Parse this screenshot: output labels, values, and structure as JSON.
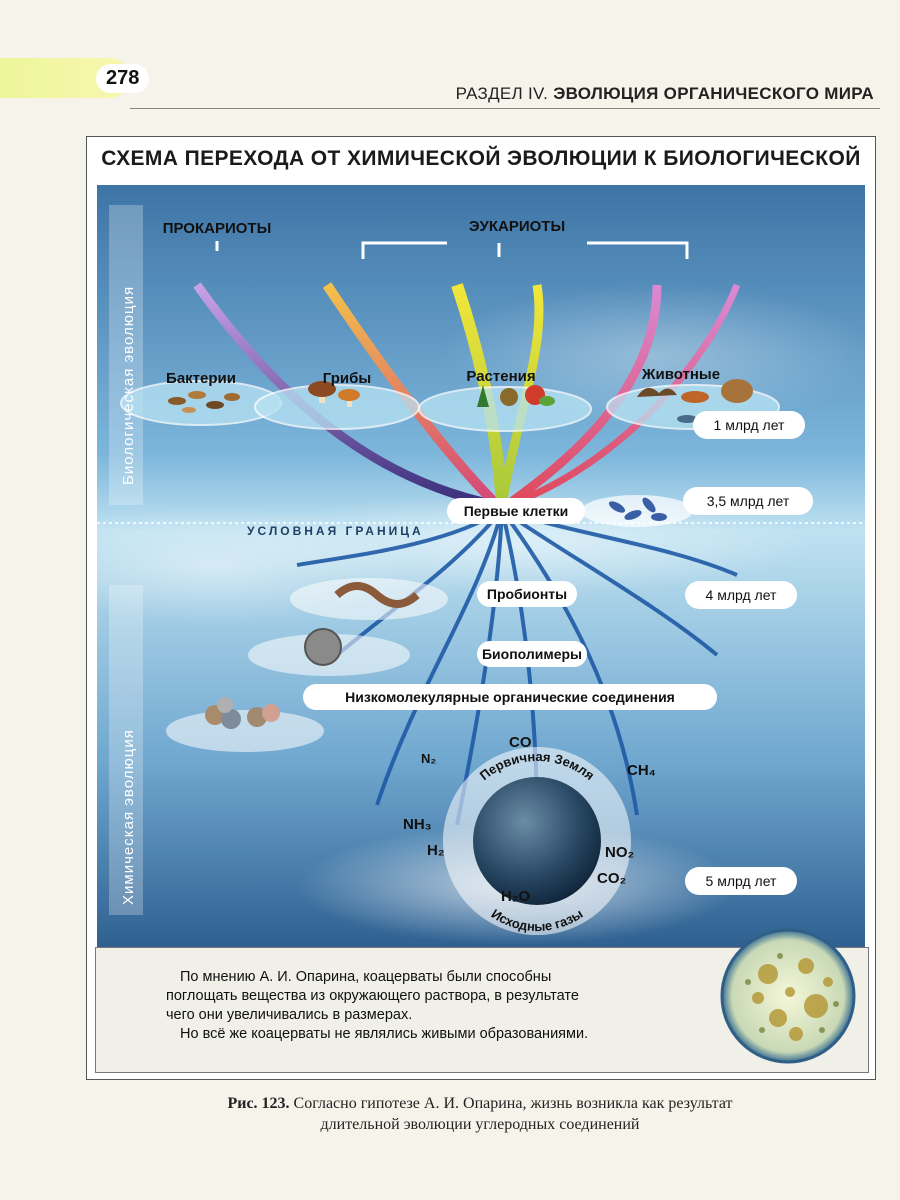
{
  "header": {
    "page_number": "278",
    "section_prefix": "РАЗДЕЛ IV.",
    "section_title": "ЭВОЛЮЦИЯ ОРГАНИЧЕСКОГО МИРА"
  },
  "figure": {
    "title": "СХЕМА ПЕРЕХОДА ОТ ХИМИЧЕСКОЙ ЭВОЛЮЦИИ К БИОЛОГИЧЕСКОЙ",
    "side_labels": {
      "biological": "Биологическая эволюция",
      "chemical": "Химическая эволюция"
    },
    "groups": {
      "prokaryotes": "ПРОКАРИОТЫ",
      "eukaryotes": "ЭУКАРИОТЫ"
    },
    "organisms": {
      "bacteria": "Бактерии",
      "fungi": "Грибы",
      "plants": "Растения",
      "animals": "Животные"
    },
    "boundary": "УСЛОВНАЯ ГРАНИЦА",
    "stages": {
      "first_cells": "Первые клетки",
      "probionts": "Пробионты",
      "biopolymers": "Биополимеры",
      "low_molecular": "Низкомолекулярные органические соединения"
    },
    "time_marks": {
      "t1": "1 млрд лет",
      "t35": "3,5 млрд лет",
      "t4": "4 млрд лет",
      "t5": "5 млрд лет"
    },
    "earth": {
      "label": "Первичная Земля",
      "gases_label": "Исходные газы"
    },
    "gases": {
      "co": "CO",
      "n2": "N₂",
      "ch4": "CH₄",
      "nh3": "NH₃",
      "h2": "H₂",
      "no2": "NO₂",
      "co2": "CO₂",
      "h2o": "H₂O"
    },
    "note_lines": [
      "По мнению А. И. Опарина, коацерваты были способны",
      "поглощать вещества из окружающего раствора, в результате",
      "чего они увеличивались в размерах.",
      "Но всё же коацерваты не являлись живыми образованиями."
    ]
  },
  "caption": {
    "label": "Рис. 123.",
    "line1": "Согласно гипотезе А. И. Опарина, жизнь возникла как результат",
    "line2": "длительной эволюции углеродных соединений"
  },
  "colors": {
    "sky_top": "#3a6fa0",
    "sky_mid": "#9fd0ea",
    "root_blue": "#1f5aa6",
    "page_tab": "#eef59a"
  }
}
